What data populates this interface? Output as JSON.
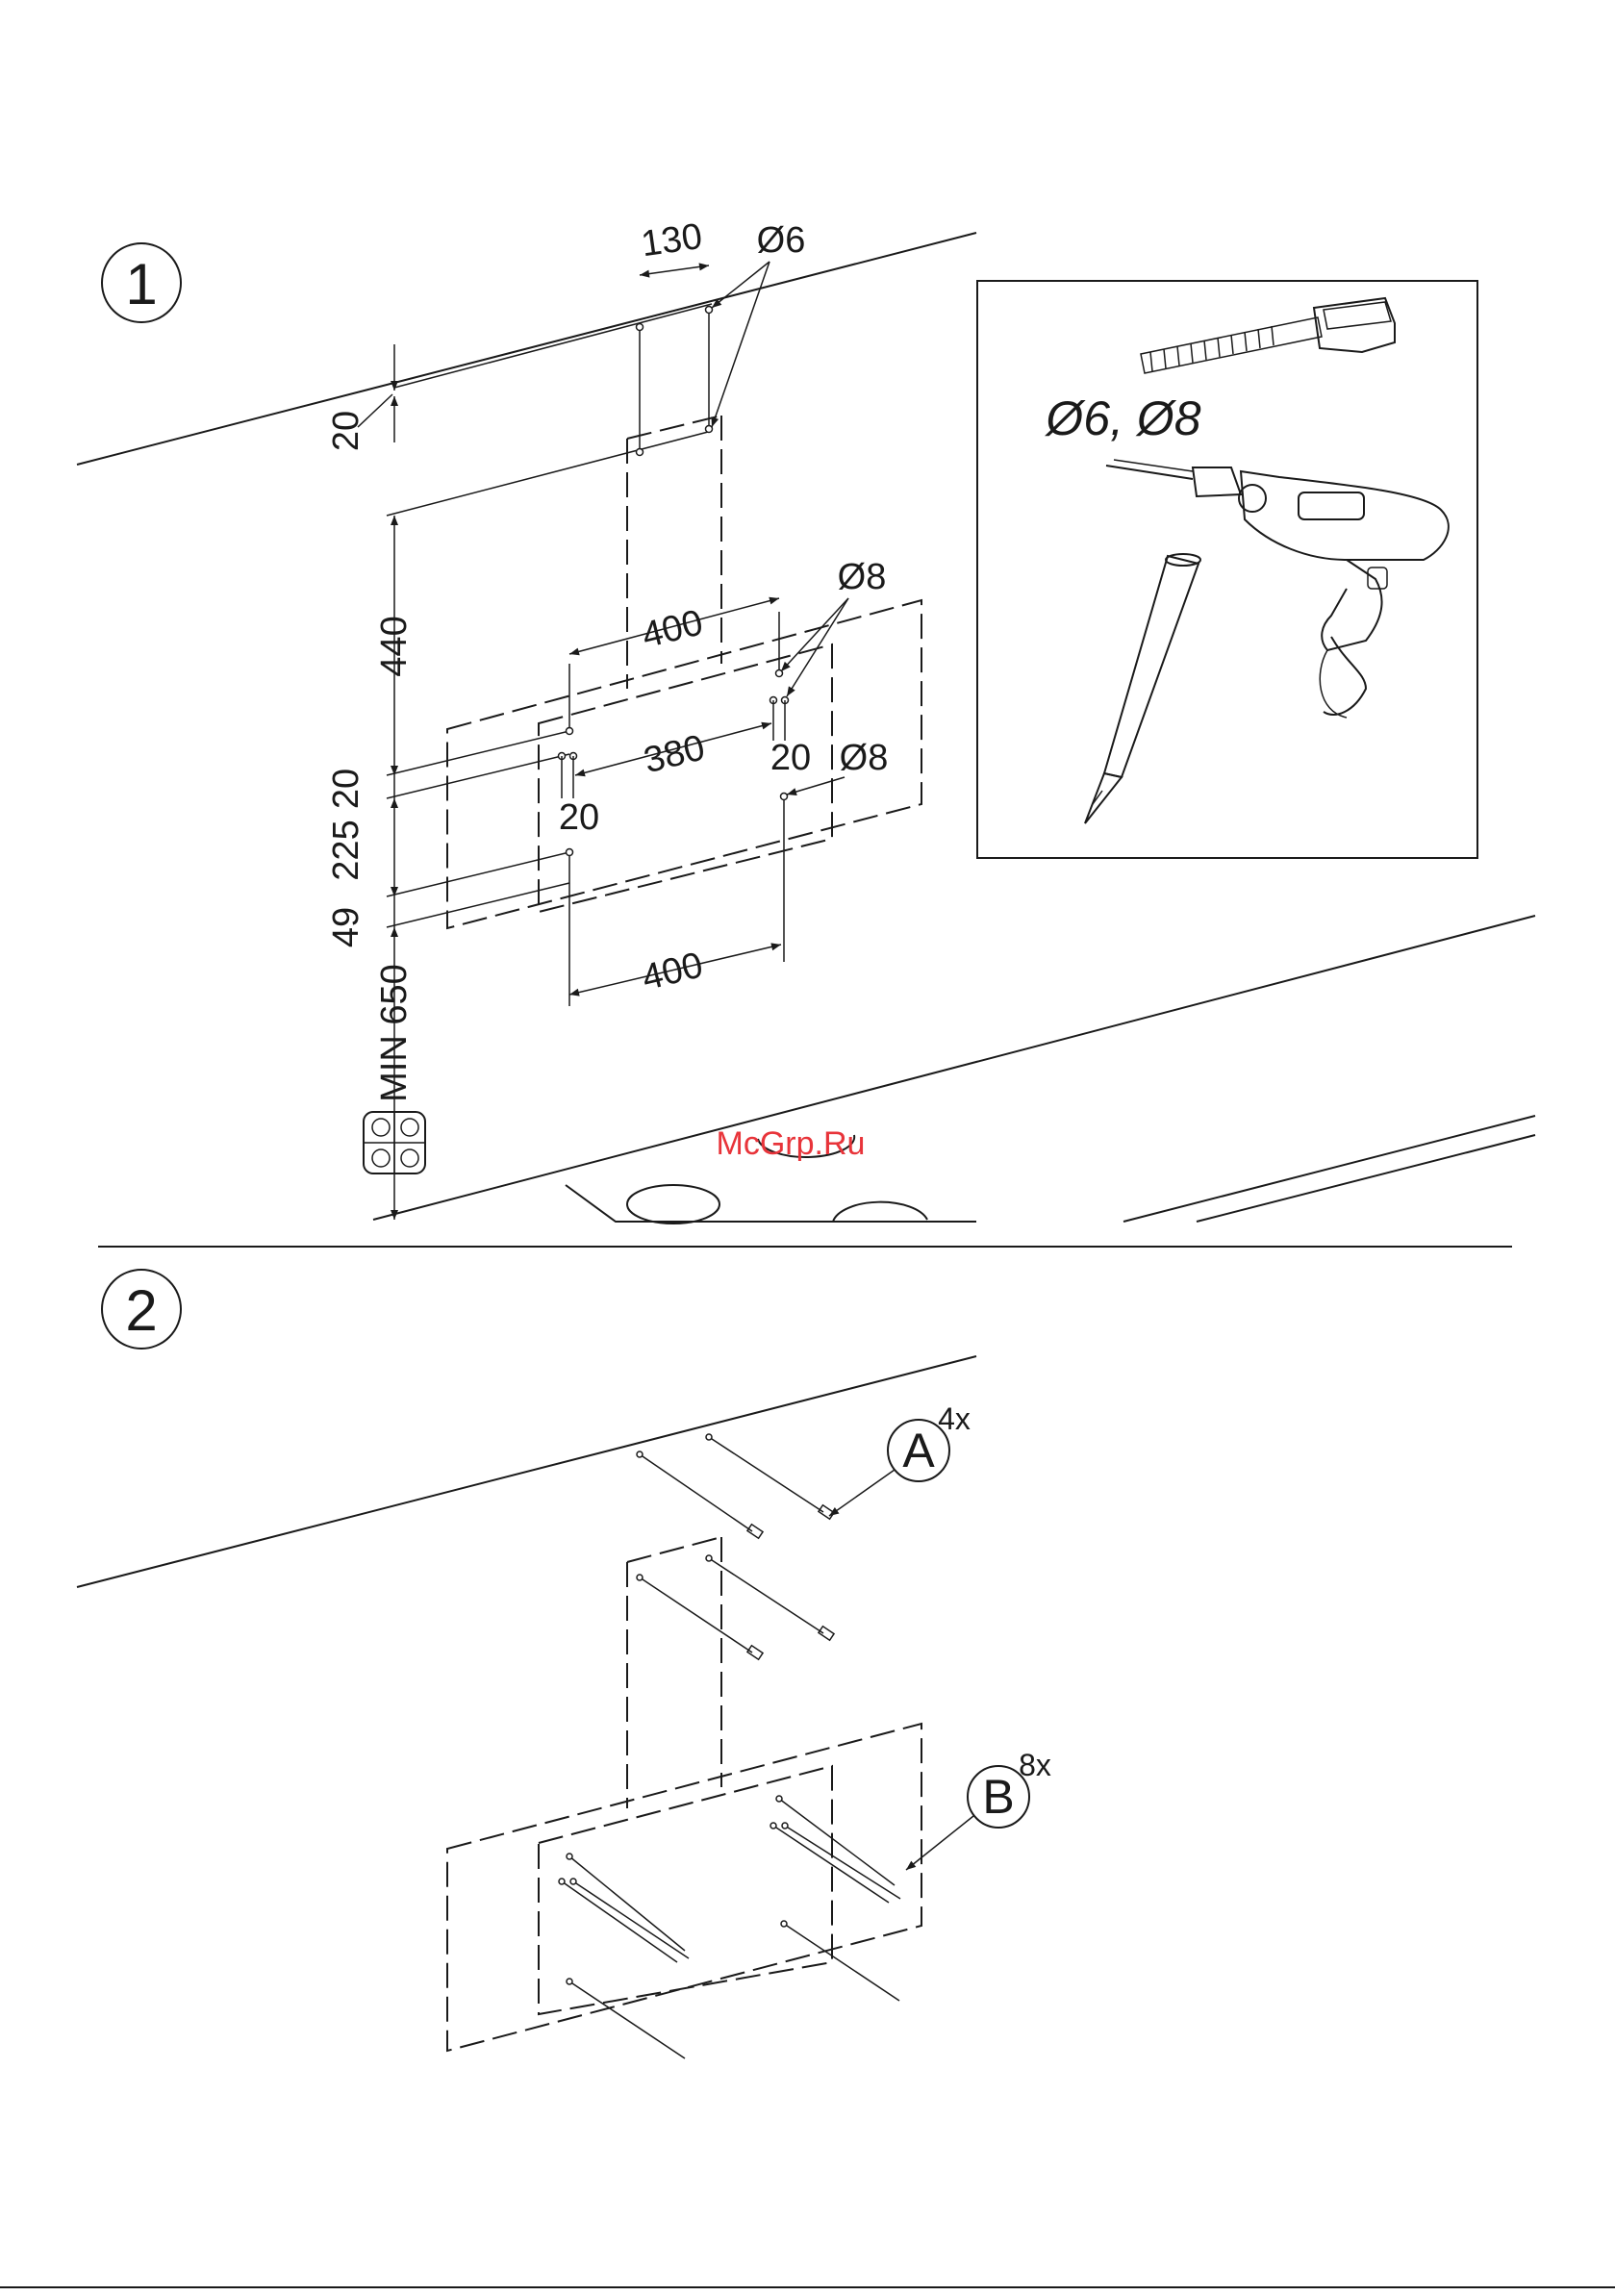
{
  "step1": {
    "number": "1",
    "dims": {
      "d130": "130",
      "d20_top": "20",
      "d440": "440",
      "d20_left": "20",
      "d225": "225",
      "d49": "49",
      "min650": "MIN 650",
      "d400_top": "400",
      "d380": "380",
      "d20_small_left": "20",
      "d20_small_right": "20",
      "d400_bottom": "400"
    },
    "drill": {
      "phi6": "Ø6",
      "phi8_upper": "Ø8",
      "phi8_lower": "Ø8"
    },
    "tools_label": "Ø6, Ø8"
  },
  "watermark": "McGrp.Ru",
  "step2": {
    "number": "2",
    "callout_a": {
      "letter": "A",
      "qty": "4x"
    },
    "callout_b": {
      "letter": "B",
      "qty": "8x"
    }
  }
}
